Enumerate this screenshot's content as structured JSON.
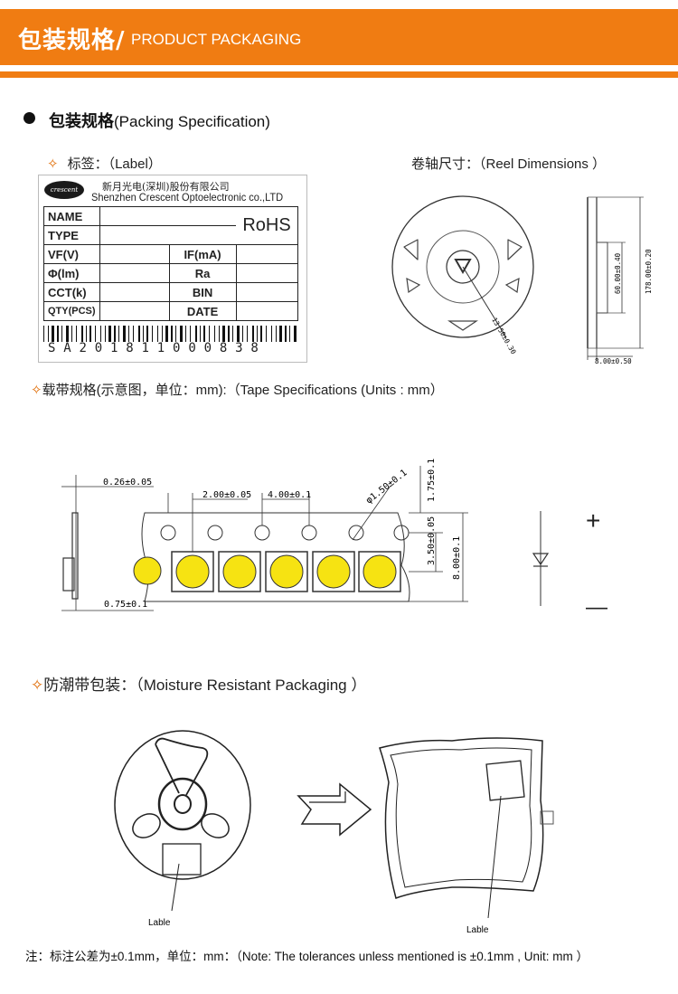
{
  "header": {
    "title_cn": "包装规格/",
    "title_en": "PRODUCT PACKAGING"
  },
  "packing_spec": {
    "title_cn": "包装规格",
    "title_en": "(Packing Specification)"
  },
  "label_section": {
    "title": "标签：（Label）"
  },
  "reel_section": {
    "title": "卷轴尺寸：（Reel Dimensions ）"
  },
  "label_card": {
    "logo_text": "crescent",
    "company_cn": "新月光电(深圳)股份有限公司",
    "company_en": "Shenzhen Crescent Optoelectronic  co.,LTD",
    "name": "NAME",
    "type": "TYPE",
    "rohs": "RoHS",
    "vf": "VF(V)",
    "if": "IF(mA)",
    "phi": "Φ(lm)",
    "ra": "Ra",
    "cct": "CCT(k)",
    "bin": "BIN",
    "qty": "QTY(PCS)",
    "date": "DATE",
    "serial": "S A 2 0 1 8 1 1 0 0 0 8 3 8"
  },
  "reel_dims": {
    "hub": "13.50±0.30",
    "inner": "60.00±0.40",
    "outer": "178.00±0.20",
    "width": "8.00±0.50"
  },
  "tape_section": {
    "title": "载带规格(示意图，单位：mm):（Tape Specifications (Units : mm）"
  },
  "tape_dims": {
    "thickness": "0.26±0.05",
    "pitch_a": "2.00±0.05",
    "pitch_b": "4.00±0.1",
    "hole": "φ1.50±0.1",
    "edge": "1.75±0.1",
    "center": "3.50±0.05",
    "width": "8.00±0.1",
    "pocket": "0.75±0.1",
    "plus": "+",
    "minus": "—"
  },
  "moisture_section": {
    "title": "防潮带包装：（Moisture Resistant Packaging ）"
  },
  "moisture": {
    "lable_left": "Lable",
    "lable_right": "Lable"
  },
  "footer_note": "注：标注公差为±0.1mm，单位：mm：（Note: The tolerances unless mentioned is ±0.1mm , Unit: mm ）"
}
